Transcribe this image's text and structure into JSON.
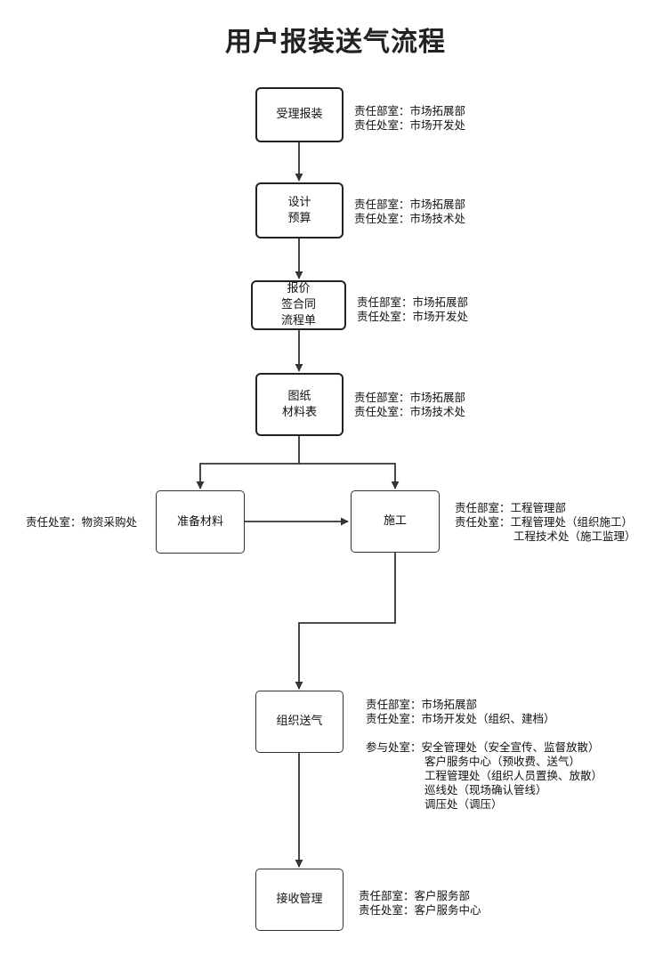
{
  "title": "用户报装送气流程",
  "nodes": {
    "accept": "受理报装",
    "design": "设计\n预算",
    "quote": "报价\n签合同\n流程单",
    "drawing": "图纸\n材料表",
    "prepare": "准备材料",
    "construct": "施工",
    "gas": "组织送气",
    "handover": "接收管理"
  },
  "notes": {
    "accept": [
      "责任部室：市场拓展部",
      "责任处室：市场开发处"
    ],
    "design": [
      "责任部室：市场拓展部",
      "责任处室：市场技术处"
    ],
    "quote": [
      "责任部室：市场拓展部",
      "责任处室：市场开发处"
    ],
    "drawing": [
      "责任部室：市场拓展部",
      "责任处室：市场技术处"
    ],
    "prepare": [
      "责任处室：物资采购处"
    ],
    "construct": {
      "dept": "责任部室：工程管理部",
      "office_label": "责任处室：",
      "offices": [
        "工程管理处（组织施工）",
        "工程技术处（施工监理）"
      ]
    },
    "gas": {
      "dept": "责任部室：市场拓展部",
      "office": "责任处室：市场开发处（组织、建档）",
      "participants_label": "参与处室：",
      "participants": [
        "安全管理处（安全宣传、监督放散）",
        "客户服务中心（预收费、送气）",
        "工程管理处（组织人员置换、放散）",
        "巡线处（现场确认管线）",
        "调压处（调压）"
      ]
    },
    "handover": [
      "责任部室：客户服务部",
      "责任处室：客户服务中心"
    ]
  },
  "colors": {
    "line": "#333333",
    "border": "#222222"
  }
}
